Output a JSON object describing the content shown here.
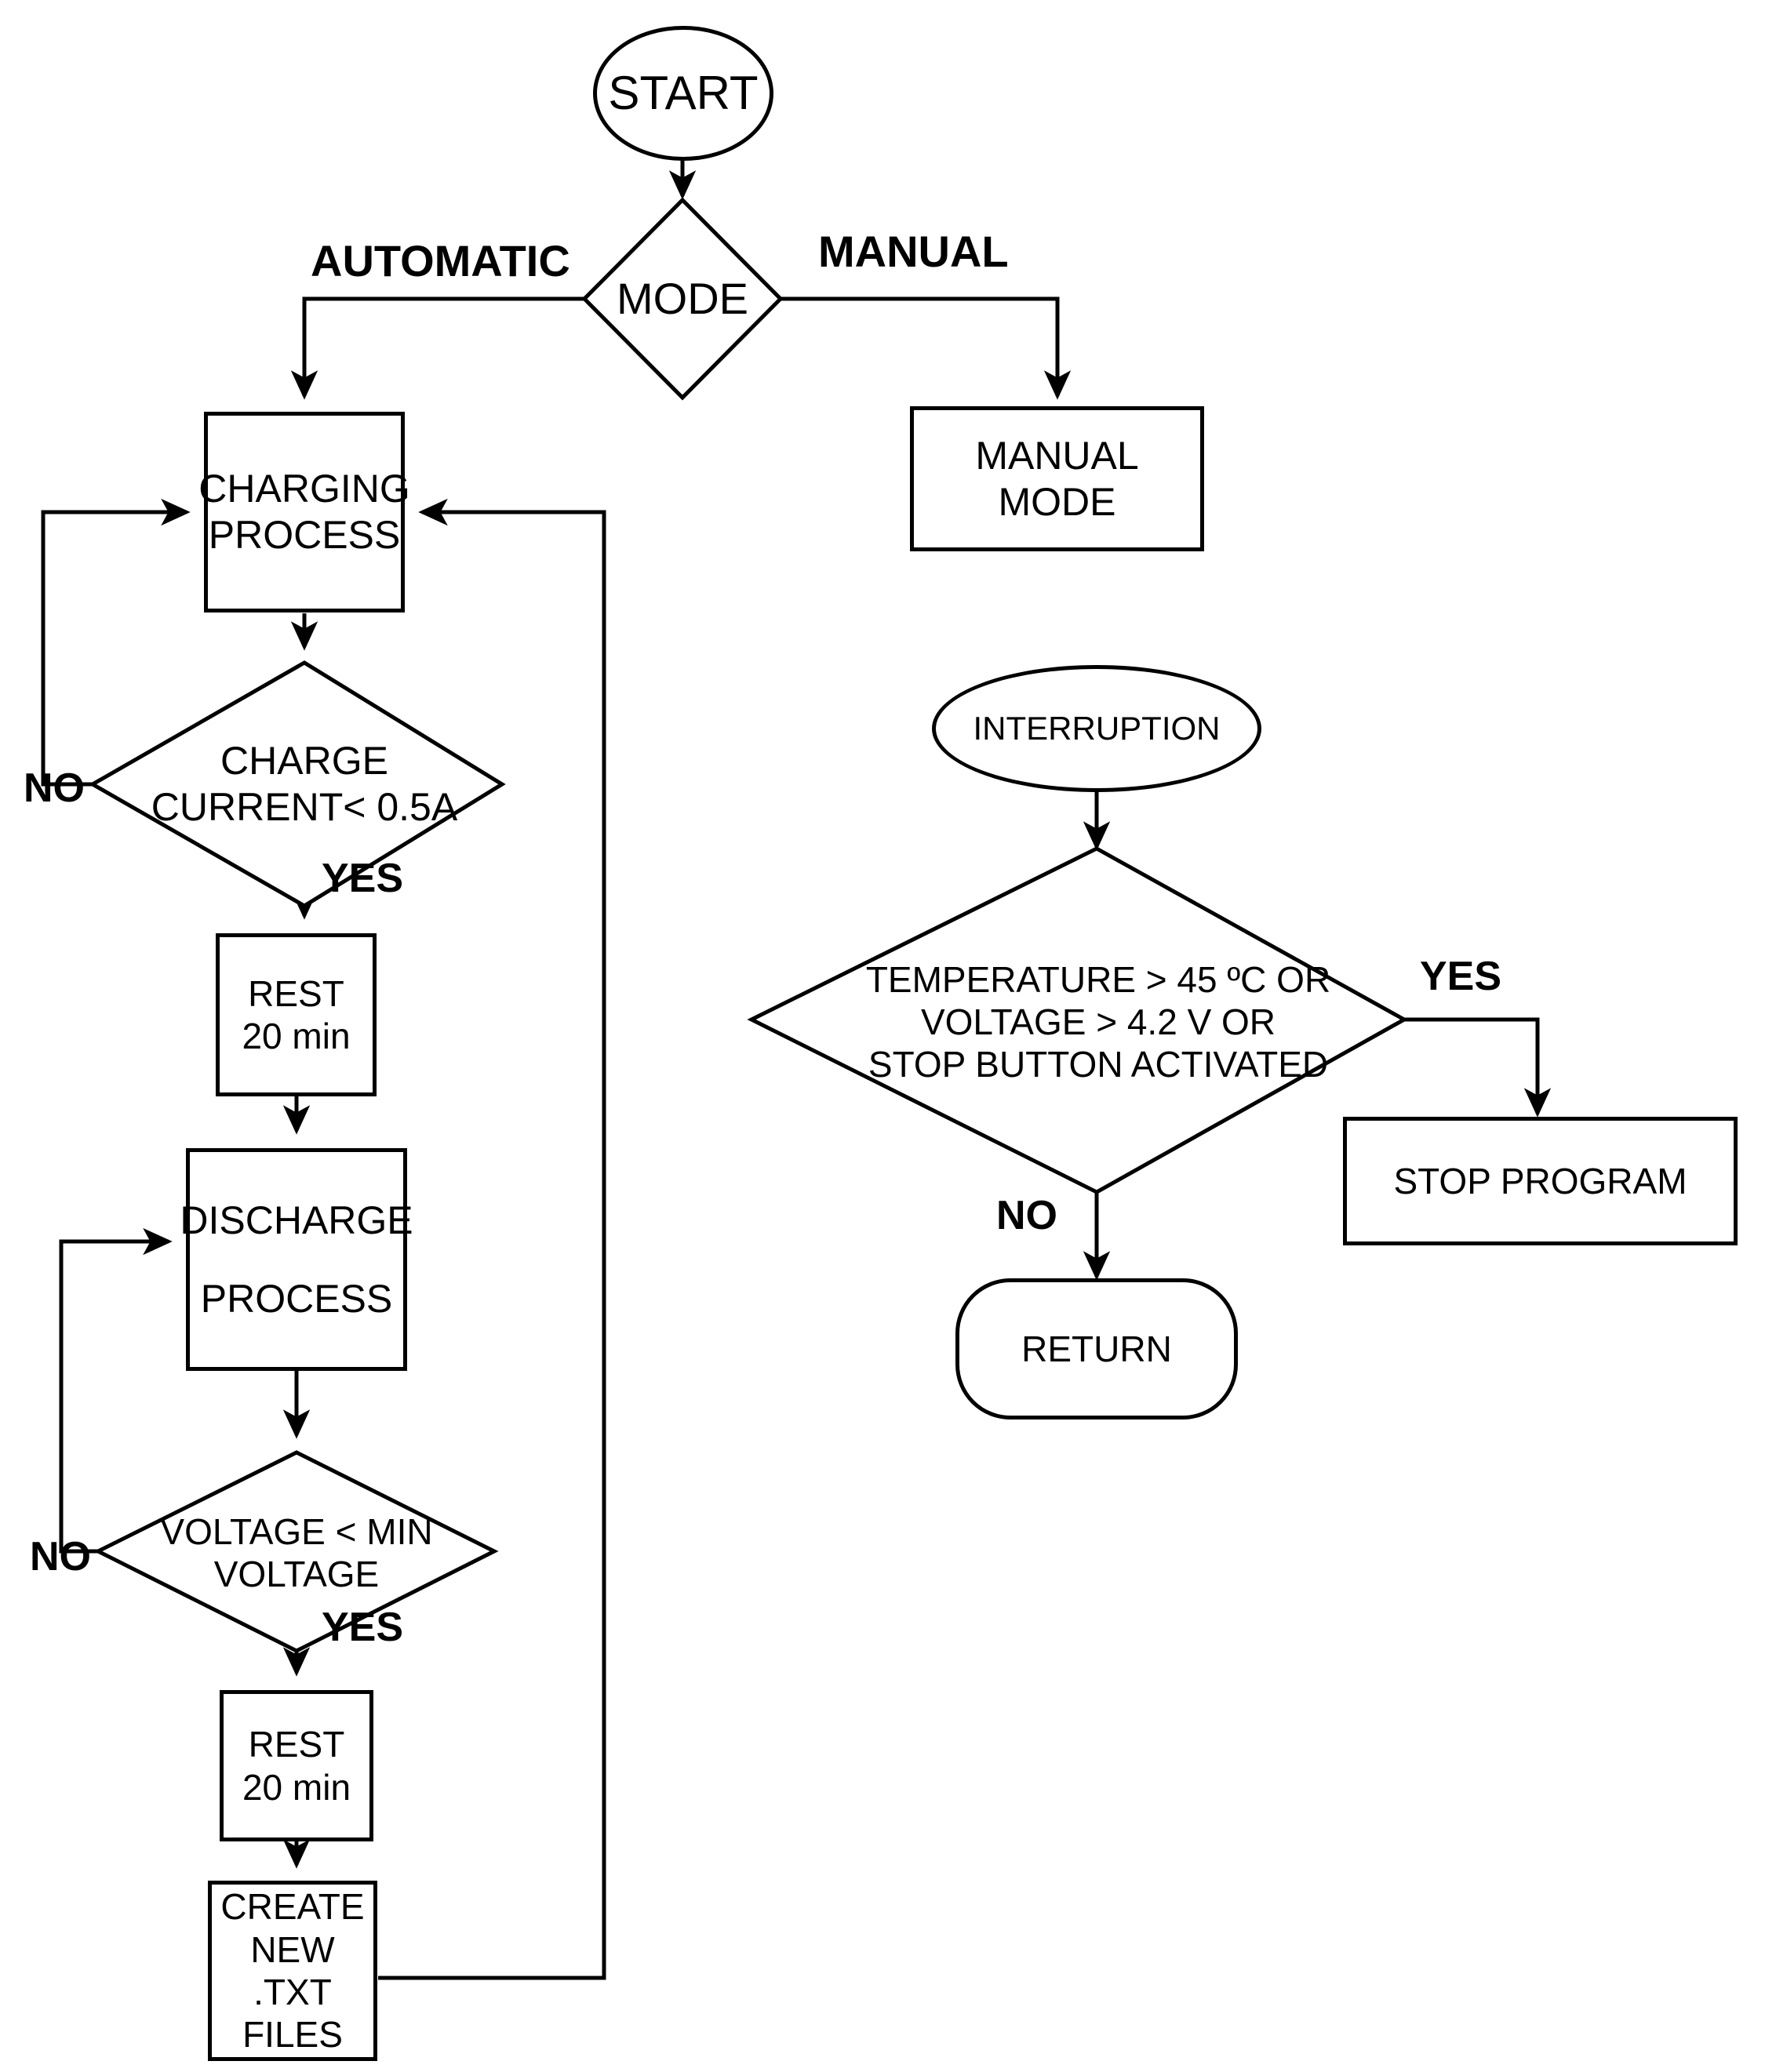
{
  "diagram": {
    "title": "Battery charging and discharging control flowchart",
    "stroke_color": "#000000",
    "background_color": "#ffffff"
  },
  "nodes": {
    "start": {
      "label": "START",
      "shape": "ellipse"
    },
    "mode": {
      "label": "MODE",
      "shape": "diamond"
    },
    "manual_mode": {
      "label": "MANUAL MODE",
      "shape": "rectangle"
    },
    "charging_process": {
      "label": "CHARGING\nPROCESS",
      "shape": "rectangle"
    },
    "charge_current_check": {
      "label": "CHARGE\nCURRENT< 0.5A",
      "shape": "diamond"
    },
    "rest_after_charge": {
      "label": "REST\n20 min",
      "shape": "rectangle"
    },
    "discharge_process": {
      "label": "DISCHARGE\nPROCESS",
      "shape": "rectangle"
    },
    "voltage_check": {
      "label": "VOLTAGE < MIN\nVOLTAGE",
      "shape": "diamond"
    },
    "rest_after_discharge": {
      "label": "REST\n20 min",
      "shape": "rectangle"
    },
    "create_files": {
      "label": "CREATE\nNEW .TXT\nFILES",
      "shape": "rectangle"
    },
    "interruption": {
      "label": "INTERRUPTION",
      "shape": "ellipse"
    },
    "fault_check": {
      "label": "TEMPERATURE > 45 ºC OR\nVOLTAGE > 4.2 V OR\nSTOP BUTTON ACTIVATED",
      "shape": "diamond"
    },
    "stop_program": {
      "label": "STOP PROGRAM",
      "shape": "rectangle"
    },
    "return": {
      "label": "RETURN",
      "shape": "stadium"
    }
  },
  "edge_labels": {
    "mode_automatic": "AUTOMATIC",
    "mode_manual": "MANUAL",
    "charge_current_no": "NO",
    "charge_current_yes": "YES",
    "voltage_no": "NO",
    "voltage_yes": "YES",
    "fault_yes": "YES",
    "fault_no": "NO"
  }
}
